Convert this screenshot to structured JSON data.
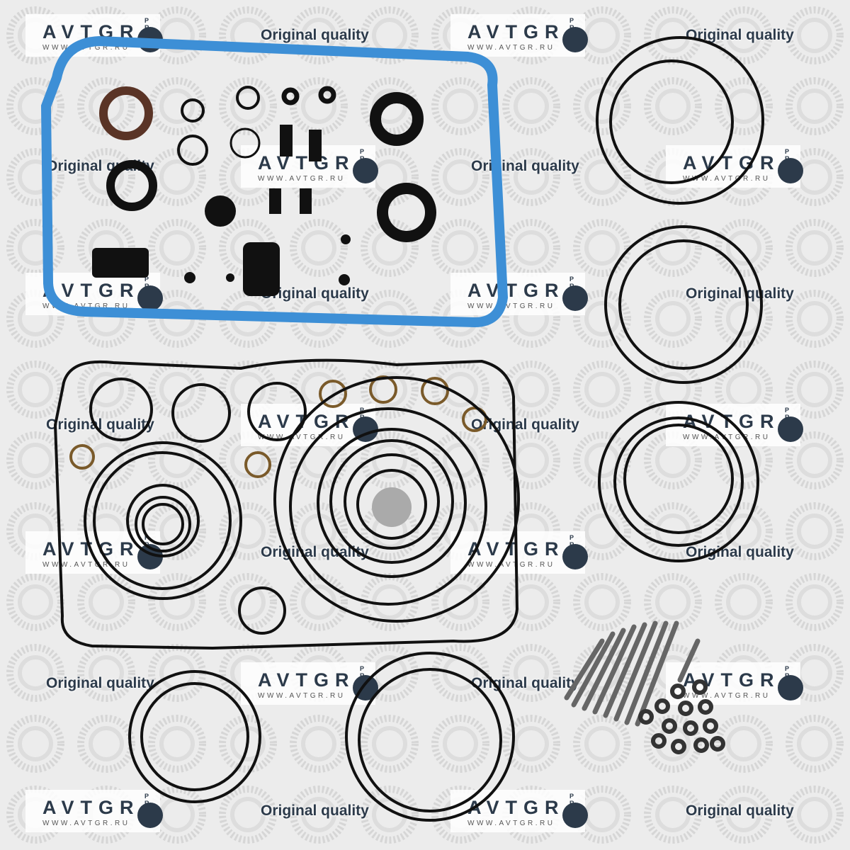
{
  "watermark": {
    "brand": "AVTGR",
    "url": "WWW.AVTGR.RU",
    "gear_letters": "P R N D",
    "tagline": "Original quality",
    "brand_color": "#2c3a4a"
  },
  "product": {
    "gasket_color": "#3d8fd6",
    "ring_color": "#111111"
  }
}
